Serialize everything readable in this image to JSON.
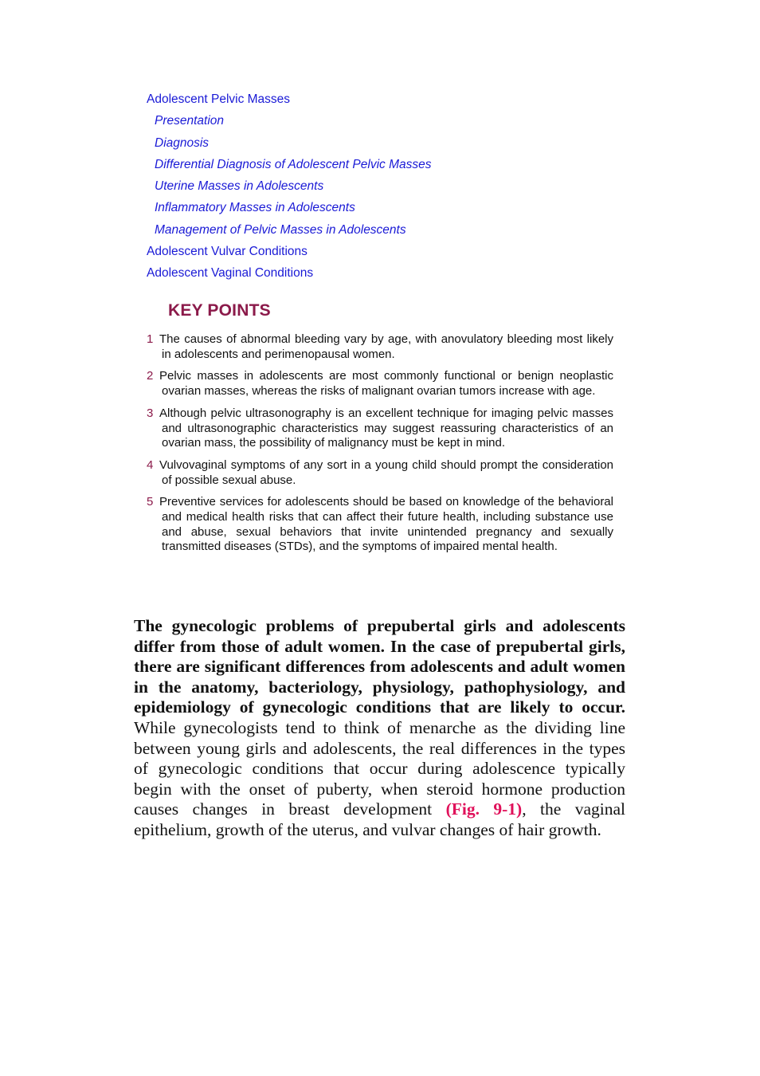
{
  "toc": {
    "items": [
      {
        "label": "Adolescent Pelvic Masses",
        "level": 1
      },
      {
        "label": "Presentation",
        "level": 2
      },
      {
        "label": "Diagnosis",
        "level": 2
      },
      {
        "label": "Differential Diagnosis of Adolescent Pelvic Masses",
        "level": 2
      },
      {
        "label": "Uterine Masses in Adolescents",
        "level": 2
      },
      {
        "label": "Inflammatory Masses in Adolescents",
        "level": 2
      },
      {
        "label": "Management of Pelvic Masses in Adolescents",
        "level": 2
      },
      {
        "label": "Adolescent Vulvar Conditions",
        "level": 1
      },
      {
        "label": "Adolescent Vaginal Conditions",
        "level": 1
      }
    ]
  },
  "key_points": {
    "title": "KEY POINTS",
    "items": [
      {
        "num": "1",
        "text": "The causes of abnormal bleeding vary by age, with anovulatory bleeding most likely in adolescents and perimenopausal women."
      },
      {
        "num": "2",
        "text": "Pelvic masses in adolescents are most commonly functional or benign neoplastic ovarian masses, whereas the risks of malignant ovarian tumors increase with age."
      },
      {
        "num": "3",
        "text": "Although pelvic ultrasonography is an excellent technique for imaging pelvic masses and ultrasonographic characteristics may suggest reassuring characteristics of an ovarian mass, the possibility of malignancy must be kept in mind."
      },
      {
        "num": "4",
        "text": "Vulvovaginal symptoms of any sort in a young child should prompt the consideration of possible sexual abuse."
      },
      {
        "num": "5",
        "text": "Preventive services for adolescents should be based on knowledge of the behavioral and medical health risks that can affect their future health, including substance use and abuse, sexual behaviors that invite unintended pregnancy and sexually transmitted diseases (STDs), and the symptoms of impaired mental health."
      }
    ]
  },
  "body": {
    "bold_text": "The gynecologic problems of prepubertal girls and adolescents differ from those of adult women. In the case of prepubertal girls, there are significant differences from adolescents and adult women in the anatomy, bacteriology, physiology, pathophysiology, and epidemiology of gynecologic conditions that are likely to occur.",
    "text_before_ref": "While gynecologists tend to think of menarche as the dividing line between young girls and adolescents, the real differences in the types of gynecologic conditions that occur during adolescence typically begin with the onset of puberty, when steroid hormone production causes changes in breast development",
    "fig_ref": "(Fig. 9-1)",
    "text_after_ref": ", the vaginal epithelium, growth of the uterus, and vulvar changes of hair growth."
  },
  "colors": {
    "toc_link": "#1a1ad6",
    "key_points_accent": "#8b1a4a",
    "figure_reference": "#e0105a",
    "body_text": "#111111"
  }
}
